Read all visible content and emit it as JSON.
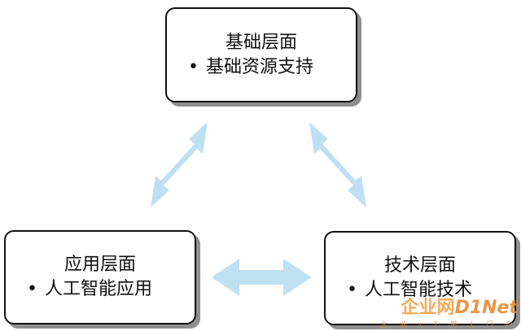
{
  "colors": {
    "arrow": "#bfe0f3",
    "border": "#111111",
    "shadow": "#8f8f8f",
    "watermark": "#f39c3c"
  },
  "nodes": {
    "top": {
      "title": "基础层面",
      "bullet": "•",
      "item": "基础资源支持"
    },
    "left": {
      "title": "应用层面",
      "bullet": "•",
      "item": "人工智能应用"
    },
    "right": {
      "title": "技术层面",
      "bullet": "•",
      "item": "人工智能技术"
    }
  },
  "arrows": [
    "top-left",
    "top-right",
    "left-right"
  ],
  "watermark": {
    "brand_cn": "企业网",
    "brand_en": "D1Net",
    "tagline": "企 业 I T 第 1 门 户"
  }
}
